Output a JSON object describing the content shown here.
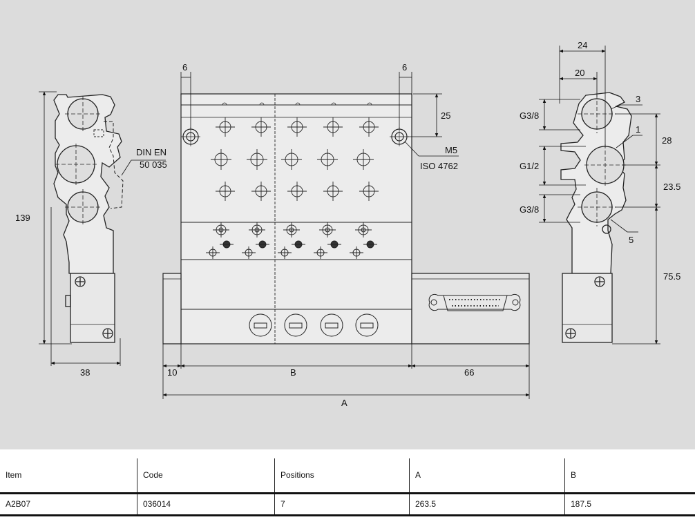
{
  "drawing": {
    "left_view": {
      "height_dim": "139",
      "width_dim": "38",
      "rail_label_1": "DIN EN",
      "rail_label_2": "50 035"
    },
    "front_view": {
      "top_left_dim": "6",
      "top_right_dim": "6",
      "height_dim": "25",
      "screw_label_1": "M5",
      "screw_label_2": "ISO 4762",
      "bottom_left_dim": "10",
      "bottom_mid_dim": "B",
      "bottom_right_dim": "66",
      "overall_dim": "A"
    },
    "right_view": {
      "top_dim_outer": "24",
      "top_dim_inner": "20",
      "thread_top": "G3/8",
      "thread_mid": "G1/2",
      "thread_bottom": "G3/8",
      "port_3": "3",
      "port_1": "1",
      "port_5": "5",
      "dim_28": "28",
      "dim_23_5": "23.5",
      "dim_75_5": "75.5"
    }
  },
  "table": {
    "headers": [
      "Item",
      "Code",
      "Positions",
      "A",
      "B"
    ],
    "rows": [
      [
        "A2B07",
        "036014",
        "7",
        "263.5",
        "187.5"
      ]
    ]
  }
}
